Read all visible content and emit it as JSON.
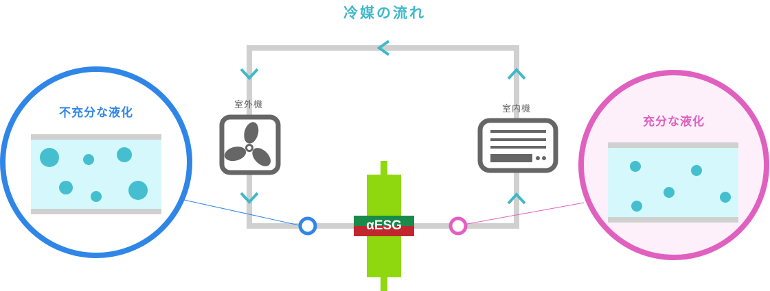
{
  "title": "冷媒の流れ",
  "outdoor_unit": {
    "label": "室外機",
    "icon": "fan-icon"
  },
  "indoor_unit": {
    "label": "室内機",
    "icon": "air-conditioner-icon"
  },
  "left_detail": {
    "title": "不充分な液化",
    "color": "#2f86e6"
  },
  "right_detail": {
    "title": "充分な液化",
    "color": "#e060c0"
  },
  "device": {
    "logo_text": "αESG",
    "color": "#8fd80f"
  },
  "colors": {
    "pipe": "#d0d0d0",
    "arrow": "#3fb8c9",
    "liquid": "#d4f8fb",
    "bubble": "#45bfcf"
  }
}
